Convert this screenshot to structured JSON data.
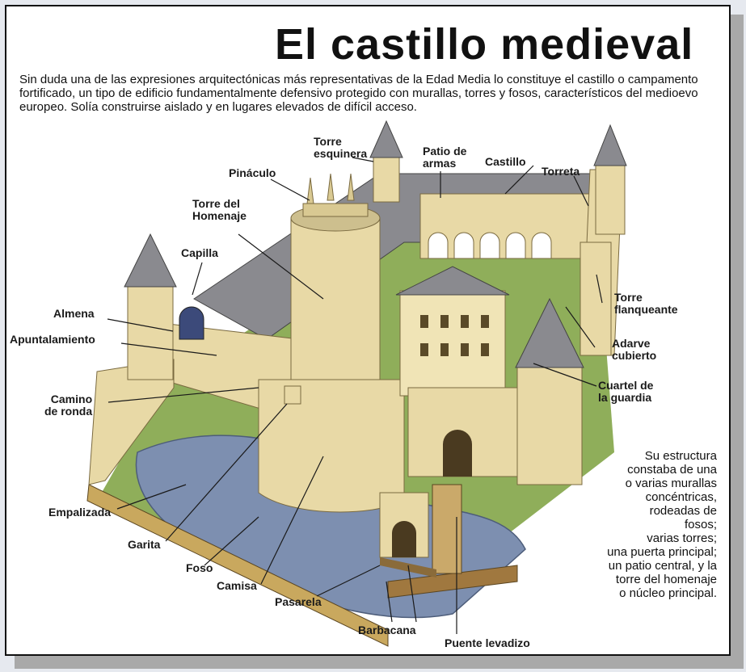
{
  "title": "El castillo medieval",
  "intro": "Sin duda una de las expresiones arquitectónicas más  representativas de la Edad Media lo constituye el castillo o campamento  fortificado, un tipo de edificio fundamentalmente defensivo protegido con  murallas, torres y fosos, característicos del medioevo europeo. Solía  construirse aislado y en lugares elevados de difícil acceso.",
  "labels": {
    "torre_esquinera": "Torre\nesquinera",
    "patio_de_armas": "Patio de\narmas",
    "castillo": "Castillo",
    "torreta": "Torreta",
    "pinaculo": "Pináculo",
    "torre_del_homenaje": "Torre del\nHomenaje",
    "capilla": "Capilla",
    "almena": "Almena",
    "apuntalamiento": "Apuntalamiento",
    "camino_de_ronda": "Camino\nde ronda",
    "torre_flanqueante": "Torre\nflanqueante",
    "adarve_cubierto": "Adarve\ncubierto",
    "cuartel_de_la_guardia": "Cuartel de\nla guardia",
    "empalizada": "Empalizada",
    "garita": "Garita",
    "foso": "Foso",
    "camisa": "Camisa",
    "pasarela": "Pasarela",
    "barbacana": "Barbacana",
    "puente_levadizo": "Puente levadizo"
  },
  "summary": "Su estructura\nconstaba de una\no varias murallas\nconcéntricas,\nrodeadas de\nfosos;\nvarias torres;\nuna puerta principal;\nun patio central, y la\ntorre del homenaje\no núcleo principal.",
  "colors": {
    "stone": "#e8d9a6",
    "stone_dark": "#c9b57e",
    "roof": "#8a8a8f",
    "grass": "#8fae5a",
    "water": "#7d8fb0",
    "background_frame": "#e6e9ef",
    "shadow": "#a9a9a9"
  }
}
